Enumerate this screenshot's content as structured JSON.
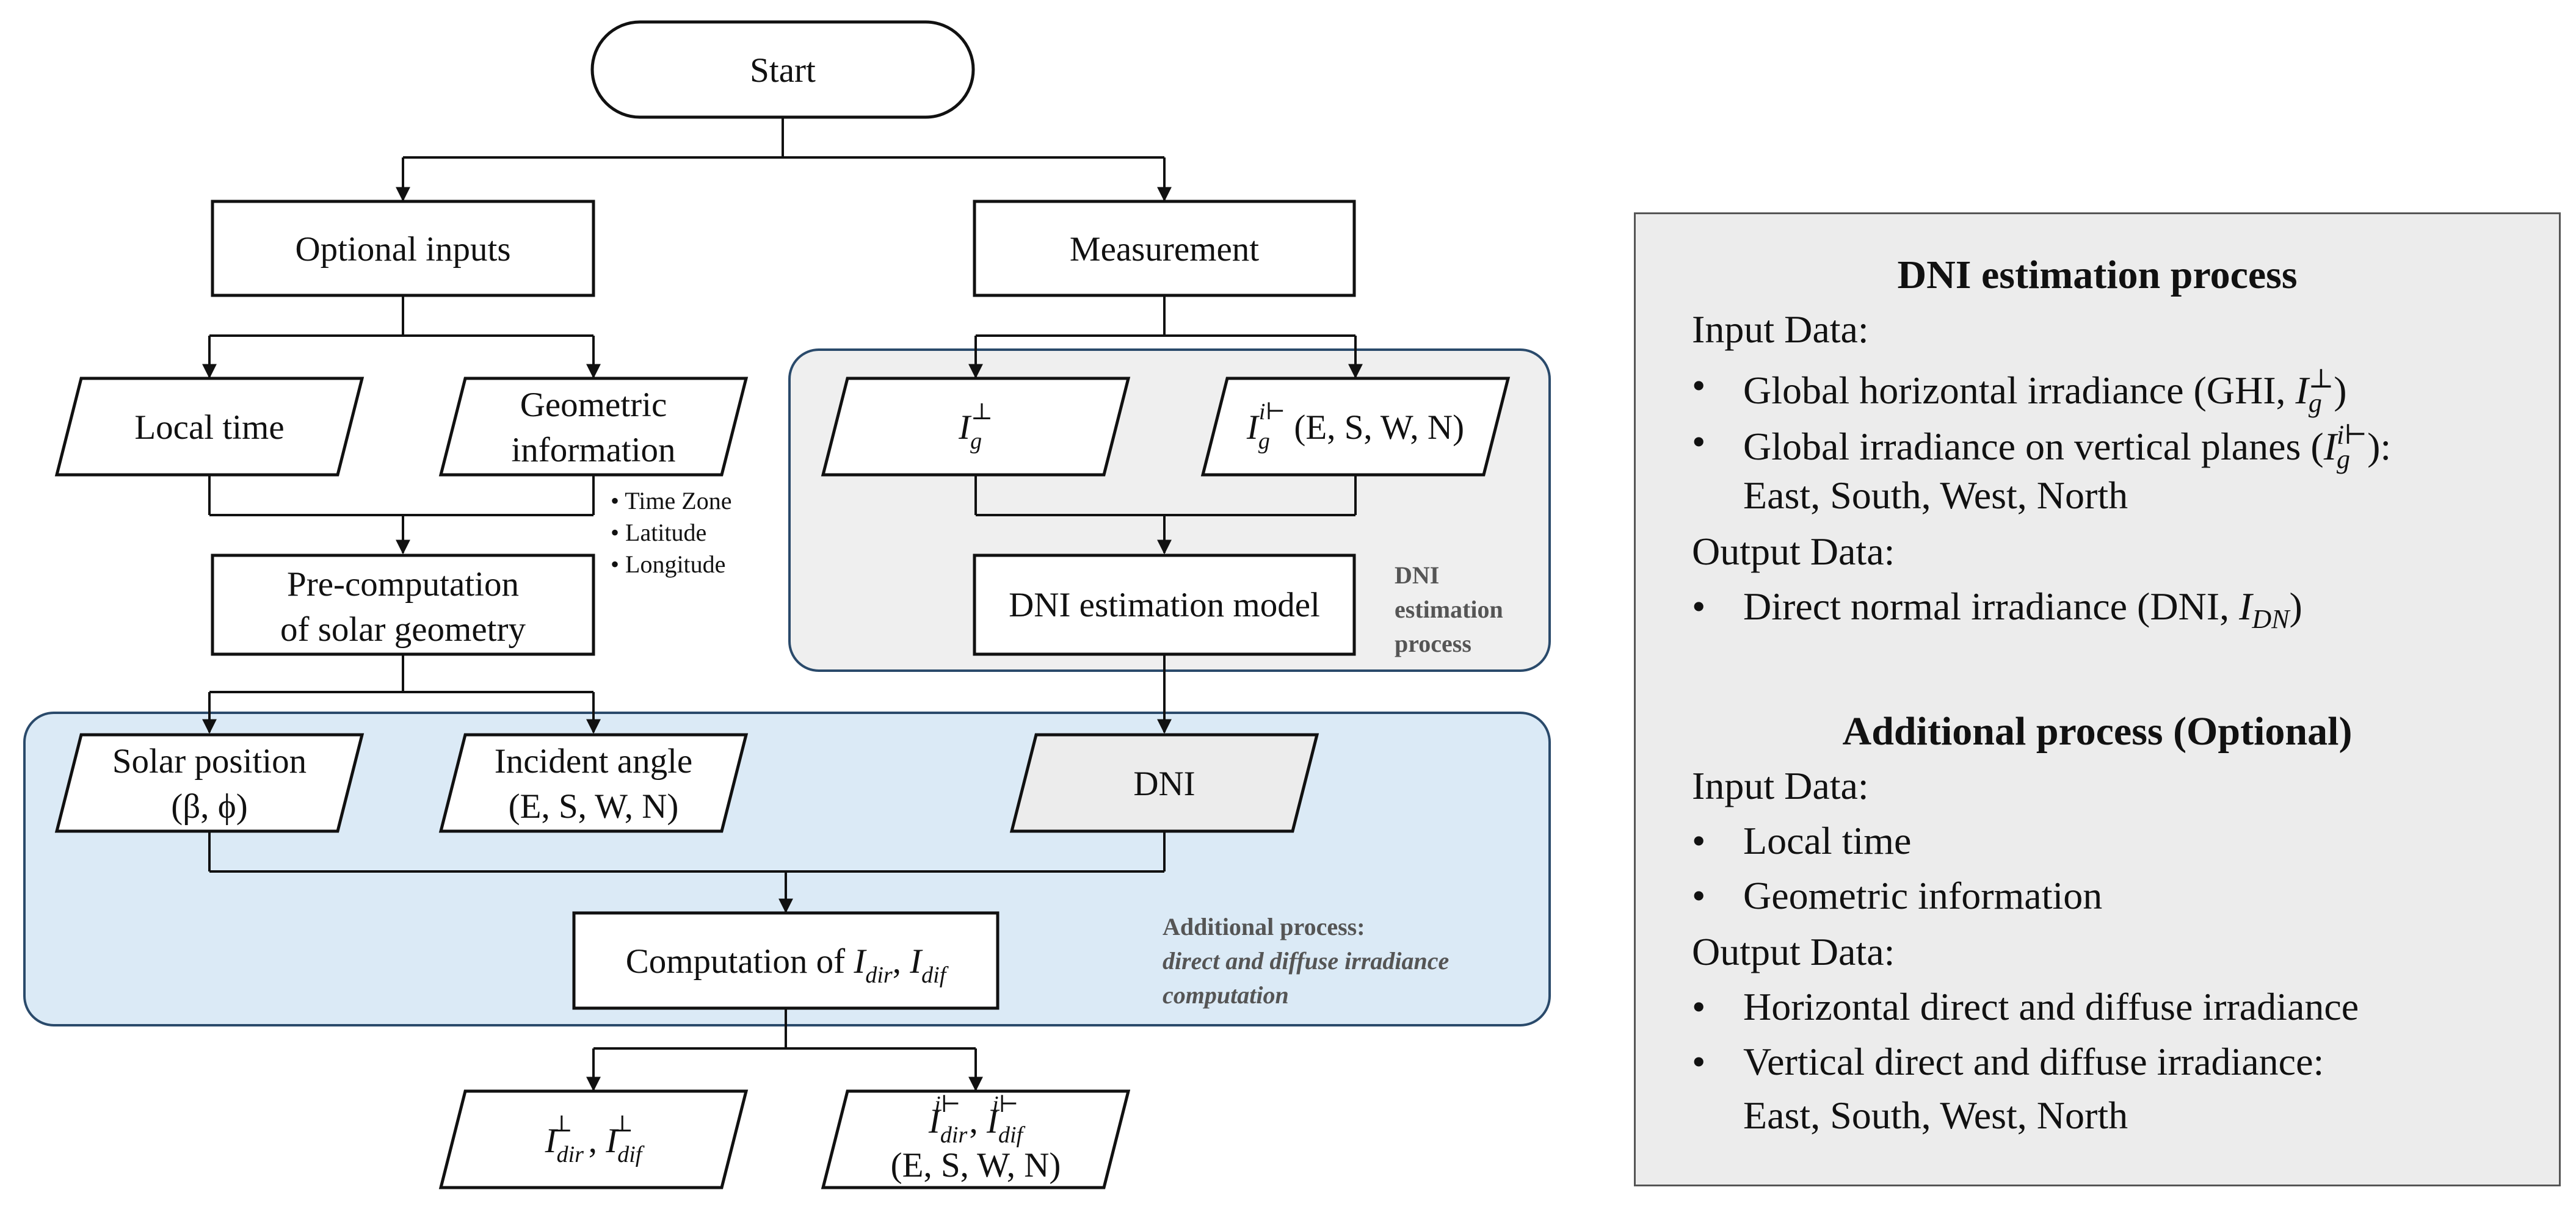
{
  "flowchart": {
    "start": "Start",
    "optional_inputs": "Optional inputs",
    "measurement": "Measurement",
    "local_time": "Local time",
    "geometric_info_line1": "Geometric",
    "geometric_info_line2": "information",
    "geo_notes": [
      "• Time Zone",
      "• Latitude",
      "• Longitude"
    ],
    "ig_perp": {
      "base": "I",
      "sub": "g",
      "sup": "⊥"
    },
    "ig_vert": {
      "base": "I",
      "sub": "g",
      "sup": "i⊢",
      "suffix": " (E, S, W, N)"
    },
    "precomp_line1": "Pre-computation",
    "precomp_line2": "of solar geometry",
    "dni_model": "DNI estimation model",
    "dni_region_label": [
      "DNI",
      "estimation",
      "process"
    ],
    "solar_pos_line1": "Solar position",
    "solar_pos_line2": "(β, ϕ)",
    "incident_line1": "Incident angle",
    "incident_line2": "(E, S, W, N)",
    "dni": "DNI",
    "computation_prefix": "Computation of ",
    "computation_terms": [
      {
        "base": "I",
        "sub": "dir"
      },
      {
        "base": "I",
        "sub": "dif"
      }
    ],
    "additional_region_label": [
      "Additional process:",
      "direct and diffuse irradiance",
      "computation"
    ],
    "out_horizontal": [
      {
        "base": "I",
        "sub": "dir",
        "sup": "⊥"
      },
      {
        "base": "I",
        "sub": "dif",
        "sup": "⊥"
      }
    ],
    "out_vertical": [
      {
        "base": "I",
        "sub": "dir",
        "sup": "i⊢"
      },
      {
        "base": "I",
        "sub": "dif",
        "sup": "i⊢"
      }
    ],
    "out_vertical_suffix": "(E, S, W, N)"
  },
  "legend": {
    "dni_title": "DNI estimation process",
    "input_data": "Input Data:",
    "output_data": "Output Data:",
    "dni_inputs": {
      "ghi_prefix": "Global horizontal irradiance (GHI, ",
      "ghi_math": {
        "base": "I",
        "sub": "g",
        "sup": "⊥"
      },
      "ghi_suffix": ")",
      "vert_prefix": "Global irradiance on vertical planes (",
      "vert_math": {
        "base": "I",
        "sub": "g",
        "sup": "i⊢"
      },
      "vert_suffix": "):",
      "vert_cont": "East, South, West, North"
    },
    "dni_output": {
      "prefix": "Direct normal irradiance (DNI, ",
      "math": {
        "base": "I",
        "sub": "DN"
      },
      "suffix": ")"
    },
    "add_title": "Additional process (Optional)",
    "add_inputs": [
      "Local time",
      "Geometric information"
    ],
    "add_outputs": [
      "Horizontal direct and diffuse irradiance",
      "Vertical direct and diffuse irradiance:"
    ],
    "add_outputs_cont": "East, South, West, North",
    "bullet": "•"
  }
}
